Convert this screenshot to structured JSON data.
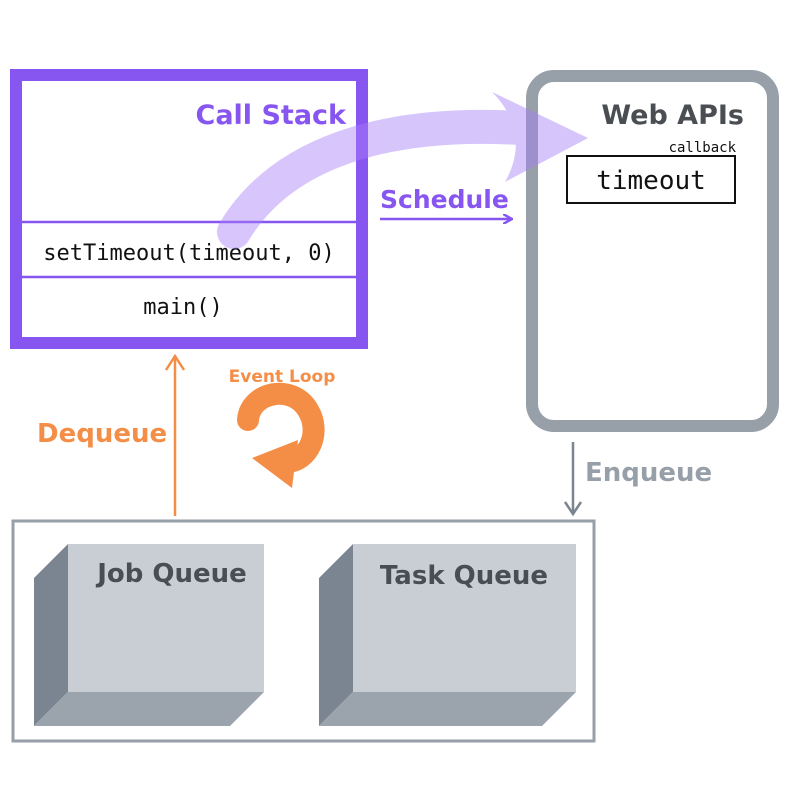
{
  "call_stack": {
    "title": "Call Stack",
    "frames": [
      "setTimeout(timeout, 0)",
      "main()"
    ]
  },
  "web_apis": {
    "title": "Web APIs",
    "callback_label": "callback",
    "callback_name": "timeout"
  },
  "arrows": {
    "schedule": "Schedule",
    "enqueue": "Enqueue",
    "dequeue": "Dequeue",
    "event_loop": "Event Loop"
  },
  "queues": {
    "job": "Job Queue",
    "task": "Task Queue"
  },
  "colors": {
    "purple": "#8755f0",
    "purple_light": "#cdb6fb",
    "gray": "#979fa8",
    "orange": "#f48e47",
    "box_dark": "#7b8591",
    "box_face": "#c9ced5",
    "box_bottom": "#9ba4ad",
    "label_dark": "#4a4e53"
  },
  "icons": [
    "event-loop-icon"
  ]
}
